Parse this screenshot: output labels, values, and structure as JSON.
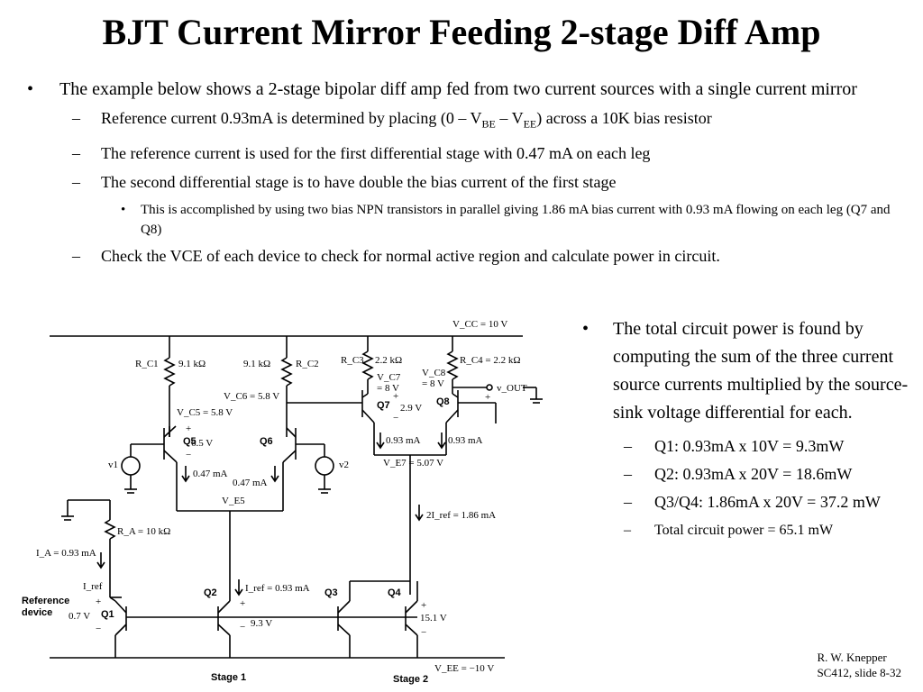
{
  "slide": {
    "title": "BJT Current Mirror Feeding 2-stage Diff Amp",
    "footer_line1": "R. W. Knepper",
    "footer_line2": "SC412, slide 8-32"
  },
  "bullets": {
    "marker1": "•",
    "marker2": "–",
    "intro": "The example below shows a 2-stage bipolar diff amp fed from two current sources with a single current mirror",
    "ref_pre": "Reference current 0.93mA is determined by placing (0 – V",
    "ref_sub1": "BE",
    "ref_mid": " – V",
    "ref_sub2": "EE",
    "ref_post": ") across a 10K bias resistor",
    "first_stage": "The reference current is used for the first differential stage with 0.47 mA on each leg",
    "second_stage": "The second differential stage is to have double the bias current of the first stage",
    "npn_detail": "This is accomplished by using two bias NPN transistors in parallel giving 1.86 mA bias current with 0.93 mA flowing on each leg (Q7 and Q8)",
    "check_vce": "Check the VCE of each device to check for normal active region and calculate power in circuit."
  },
  "power": {
    "summary": "The total circuit power is found by computing the sum of the three current source currents multiplied by the source-sink voltage differential for each.",
    "q1": "Q1:  0.93mA x 10V = 9.3mW",
    "q2": "Q2:  0.93mA x 20V = 18.6mW",
    "q34": "Q3/Q4:  1.86mA x 20V = 37.2 mW",
    "total": "Total circuit power = 65.1 mW"
  },
  "circuit": {
    "vcc": "V_CC = 10 V",
    "vee": "V_EE = −10 V",
    "rc1": "R_C1",
    "rc1_val": "9.1 kΩ",
    "rc2": "R_C2",
    "rc2_val": "9.1 kΩ",
    "rc3": "R_C3",
    "rc3_val": "2.2 kΩ",
    "rc4": "R_C4 = 2.2 kΩ",
    "vc6": "V_C6 = 5.8 V",
    "vc5": "V_C5 = 5.8 V",
    "vc7_a": "V_C7",
    "vc7_b": "= 8 V",
    "vc8_a": "V_C8",
    "vc8_b": "= 8 V",
    "vout": "v_OUT",
    "plus": "+",
    "minus": "−",
    "q5": "Q5",
    "q6": "Q6",
    "q7": "Q7",
    "q8": "Q8",
    "q1": "Q1",
    "q2": "Q2",
    "q3": "Q3",
    "q4": "Q4",
    "vce5": "6.5 V",
    "vce7": "2.9 V",
    "v1": "v1",
    "v2": "v2",
    "i5": "0.47 mA",
    "i6": "0.47 mA",
    "i7": "0.93 mA",
    "i8": "0.93 mA",
    "ve5": "V_E5",
    "ve7": "V_E7 = 5.07 V",
    "i2ref": "2I_ref = 1.86 mA",
    "ra": "R_A = 10 kΩ",
    "ia": "I_A = 0.93 mA",
    "iref1": "I_ref",
    "iref2": "I_ref = 0.93 mA",
    "ref_dev1": "Reference",
    "ref_dev2": "device",
    "vbe1": "0.7 V",
    "vce2": "9.3 V",
    "vce4": "15.1 V",
    "stage1": "Stage 1",
    "stage2": "Stage 2"
  }
}
